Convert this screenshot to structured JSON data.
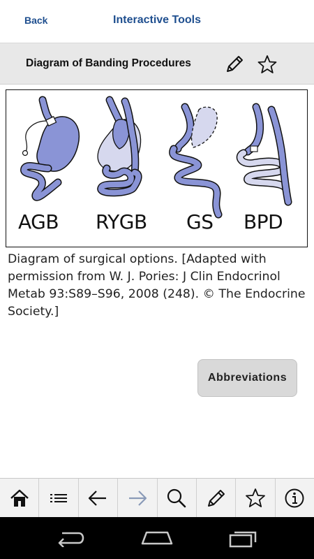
{
  "header": {
    "back_label": "Back",
    "title": "Interactive Tools"
  },
  "subheader": {
    "title": "Diagram of Banding Procedures",
    "icons": [
      "pencil-icon",
      "star-icon"
    ]
  },
  "figure": {
    "labels": [
      "AGB",
      "RYGB",
      "GS",
      "BPD"
    ],
    "colors": {
      "organ": "#8a94d6",
      "organ_light": "#d6d8ee",
      "outline": "#111111"
    }
  },
  "caption": "Diagram of surgical options. [Adapted with permission from W. J. Pories: J Clin Endocrinol Metab 93:S89–S96, 2008 (248). © The Endocrine Society.]",
  "actions": {
    "abbreviations_label": "Abbreviations"
  },
  "toolbar": {
    "icons": [
      "home-icon",
      "list-icon",
      "arrow-left-icon",
      "arrow-right-icon",
      "search-icon",
      "pencil-icon",
      "star-icon",
      "info-icon"
    ]
  },
  "system_nav": {
    "icons": [
      "back-icon",
      "home-icon",
      "recents-icon"
    ]
  }
}
